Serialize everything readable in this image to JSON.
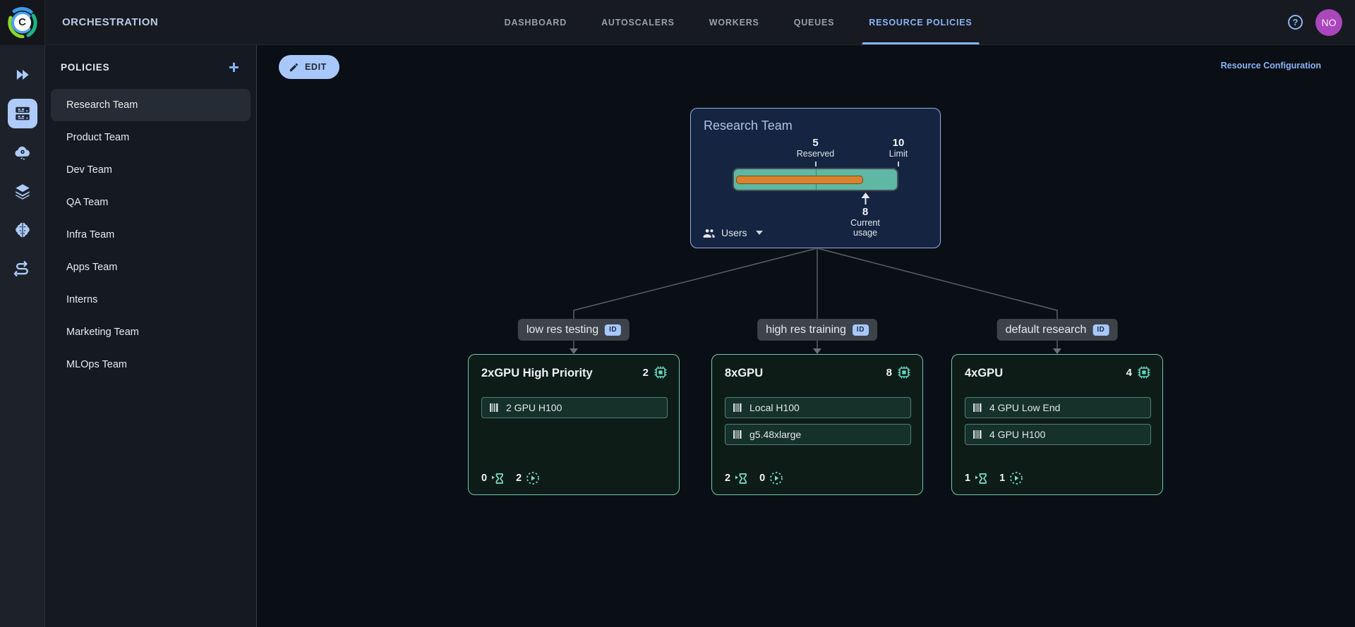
{
  "header": {
    "app_title": "ORCHESTRATION",
    "tabs": [
      {
        "label": "DASHBOARD",
        "active": false
      },
      {
        "label": "AUTOSCALERS",
        "active": false
      },
      {
        "label": "WORKERS",
        "active": false
      },
      {
        "label": "QUEUES",
        "active": false
      },
      {
        "label": "RESOURCE POLICIES",
        "active": true
      }
    ],
    "help_label": "?",
    "avatar_initials": "NO"
  },
  "rail_icons": [
    "fast-forward-icon",
    "server-rack-icon",
    "cloud-gear-icon",
    "layers-icon",
    "brain-icon",
    "route-icon"
  ],
  "policies_panel": {
    "title": "POLICIES",
    "add_label": "+",
    "items": [
      {
        "label": "Research Team",
        "selected": true
      },
      {
        "label": "Product Team",
        "selected": false
      },
      {
        "label": "Dev Team",
        "selected": false
      },
      {
        "label": "QA Team",
        "selected": false
      },
      {
        "label": "Infra Team",
        "selected": false
      },
      {
        "label": "Apps Team",
        "selected": false
      },
      {
        "label": "Interns",
        "selected": false
      },
      {
        "label": "Marketing Team",
        "selected": false
      },
      {
        "label": "MLOps Team",
        "selected": false
      }
    ]
  },
  "toolbar": {
    "edit_label": "EDIT",
    "resource_config_label": "Resource Configuration"
  },
  "tree": {
    "root": {
      "title": "Research Team",
      "reserved_value": "5",
      "reserved_label": "Reserved",
      "limit_value": "10",
      "limit_label": "Limit",
      "current_value": "8",
      "current_label": "Current usage",
      "users_label": "Users",
      "reserved_pct": 50,
      "usage_pct": 80
    },
    "branches": [
      {
        "edge_label": "low res testing",
        "badge": "ID",
        "card": {
          "title": "2xGPU High Priority",
          "gpu_count": "2",
          "resources": [
            "2 GPU H100"
          ],
          "pending": "0",
          "running": "2"
        }
      },
      {
        "edge_label": "high res training",
        "badge": "ID",
        "card": {
          "title": "8xGPU",
          "gpu_count": "8",
          "resources": [
            "Local H100",
            "g5.48xlarge"
          ],
          "pending": "2",
          "running": "0"
        }
      },
      {
        "edge_label": "default research",
        "badge": "ID",
        "card": {
          "title": "4xGPU",
          "gpu_count": "4",
          "resources": [
            "4 GPU Low End",
            "4 GPU H100"
          ],
          "pending": "1",
          "running": "1"
        }
      }
    ]
  },
  "colors": {
    "accent_blue": "#8ab4f8",
    "button_blue": "#a8c7fa",
    "meter_teal": "#5fb8a3",
    "usage_orange": "#d8812f",
    "card_border_teal": "#6fc7b2",
    "node_navy": "#152440",
    "avatar_purple": "#ab47bc"
  }
}
